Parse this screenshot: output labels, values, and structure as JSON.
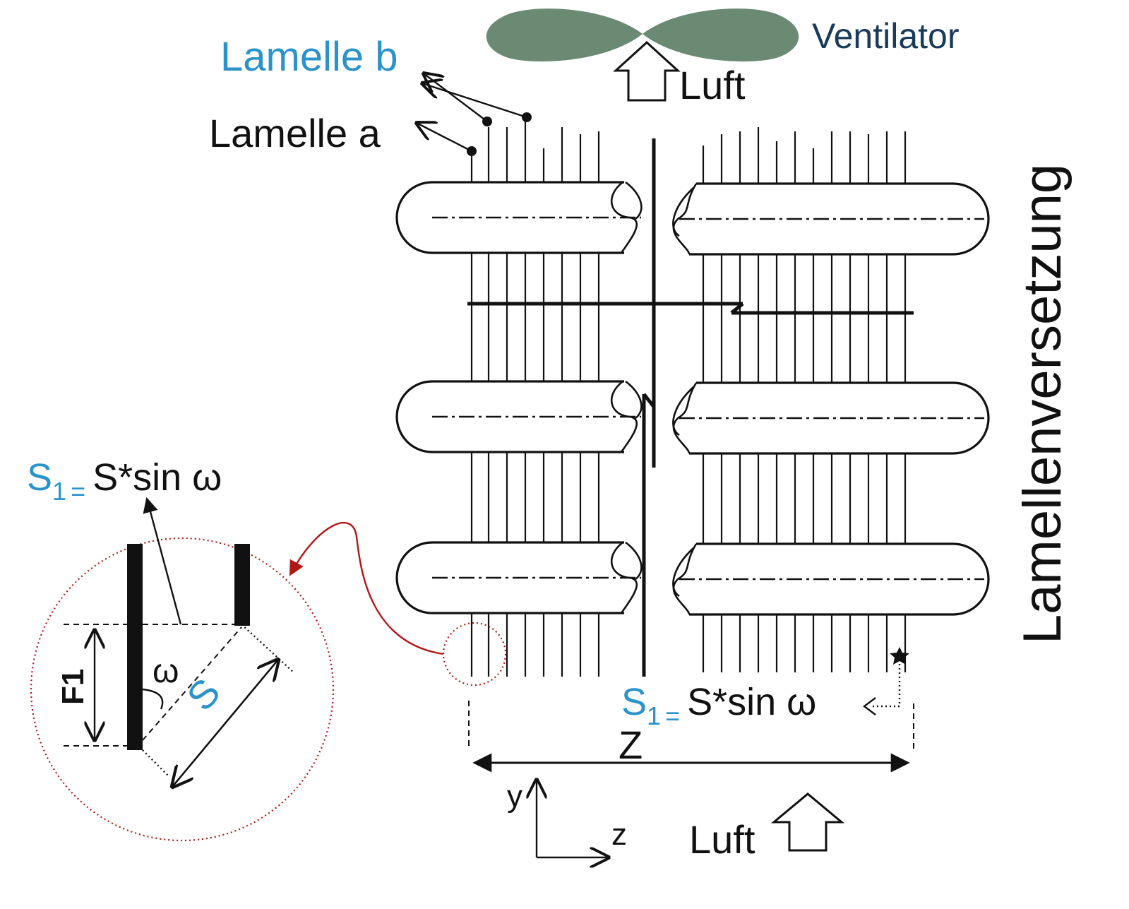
{
  "labels": {
    "ventilator": "Ventilator",
    "luft_top": "Luft",
    "luft_bottom": "Luft",
    "lamelle_a": "Lamelle a",
    "lamelle_b": "Lamelle b",
    "lamellenversetzung": "Lamellenversetzung",
    "formula_left": {
      "s": "S",
      "sub": "1",
      "eq": "=",
      "rhs": "S*sin ω"
    },
    "formula_bottom": {
      "s": "S",
      "sub": "1",
      "eq": "=",
      "rhs": "S*sin ω"
    },
    "dimension_z": "Z",
    "axis_y": "y",
    "axis_z": "z",
    "detail_f1": "F1",
    "detail_omega": "ω",
    "detail_s": "S"
  },
  "colors": {
    "blue_label": "#2b93c9",
    "navy_label": "#1a3a5a",
    "fan": "#6b8a74",
    "detail_circle": "#b01818",
    "stroke": "#111111"
  },
  "icons": {
    "fan": "fan-icon",
    "air_arrow": "up-arrow-icon"
  }
}
